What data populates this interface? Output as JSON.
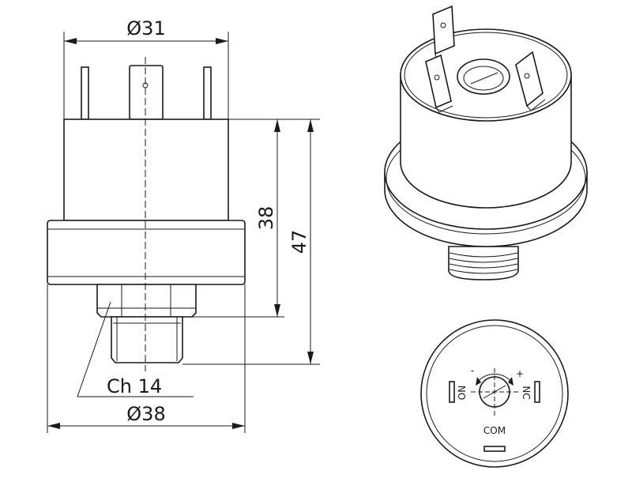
{
  "dimensions": {
    "top_diameter": "Ø31",
    "height_body": "38",
    "height_total": "47",
    "hex_size": "Ch 14",
    "base_diameter": "Ø38"
  },
  "switch_labels": {
    "on": "ON",
    "nc": "NC",
    "com": "COM",
    "minus": "-",
    "plus": "+"
  }
}
